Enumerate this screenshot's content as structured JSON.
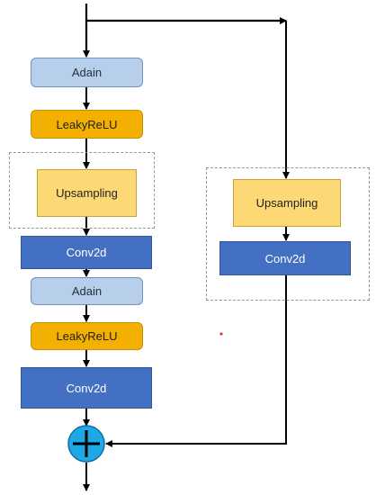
{
  "main_path": {
    "adain_1": "Adain",
    "leakyrelu_1": "LeakyReLU",
    "upsampling": "Upsampling",
    "conv2d_1": "Conv2d",
    "adain_2": "Adain",
    "leakyrelu_2": "LeakyReLU",
    "conv2d_2": "Conv2d"
  },
  "shortcut_path": {
    "upsampling": "Upsampling",
    "conv2d": "Conv2d"
  },
  "merge_node": {
    "icon": "plus-circle-icon",
    "symbol": "+",
    "color": "#1fa8e6"
  },
  "colors": {
    "adain": "#b7cfea",
    "leakyrelu": "#f4b000",
    "upsampling": "#fcd974",
    "conv2d": "#4470c4"
  }
}
